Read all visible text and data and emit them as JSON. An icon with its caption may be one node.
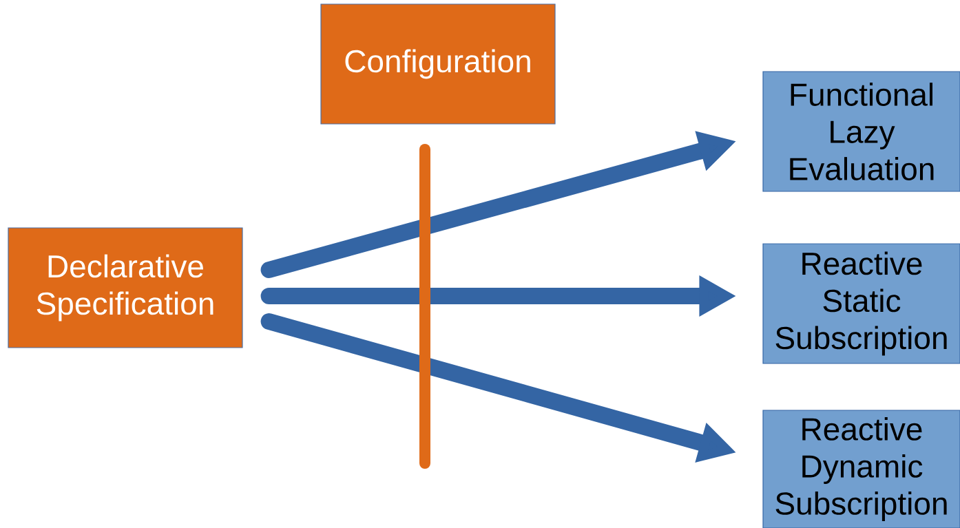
{
  "diagram": {
    "nodes": [
      {
        "text": [
          "Configuration"
        ]
      },
      {
        "text": [
          "Declarative Specification"
        ]
      },
      {
        "text": [
          "Functional Lazy Evaluation"
        ]
      },
      {
        "text": [
          "Reactive Static Subscription"
        ]
      },
      {
        "text": [
          "Reactive Dynamic Subscription"
        ]
      }
    ],
    "edges": [
      {
        "from": 1,
        "to": 2,
        "arrow": "to"
      },
      {
        "from": 1,
        "to": 3,
        "arrow": "to"
      },
      {
        "from": 1,
        "to": 4,
        "arrow": "to"
      }
    ]
  }
}
